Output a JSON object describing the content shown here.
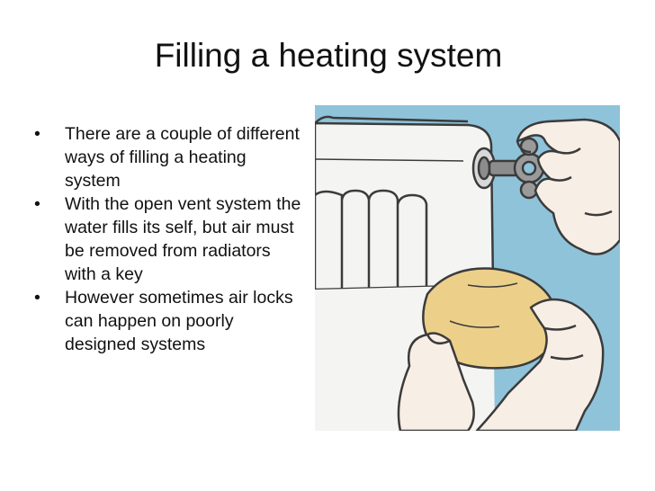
{
  "slide": {
    "title": "Filling a heating system",
    "bullets": [
      "There are a couple of different ways of filling a heating system",
      "With the open vent system the water fills its self, but air must be removed from radiators with a key",
      "However sometimes air locks can happen on poorly designed systems"
    ],
    "bullet_glyph": "•"
  },
  "illustration": {
    "subject": "hands bleeding a radiator with a key and cloth",
    "colors": {
      "wall": "#8fc3d9",
      "radiator": "#f4f4f2",
      "skin": "#f7eee6",
      "cloth": "#ecd08a",
      "outline": "#3b3b3b",
      "valve": "#8c8c8c"
    }
  }
}
